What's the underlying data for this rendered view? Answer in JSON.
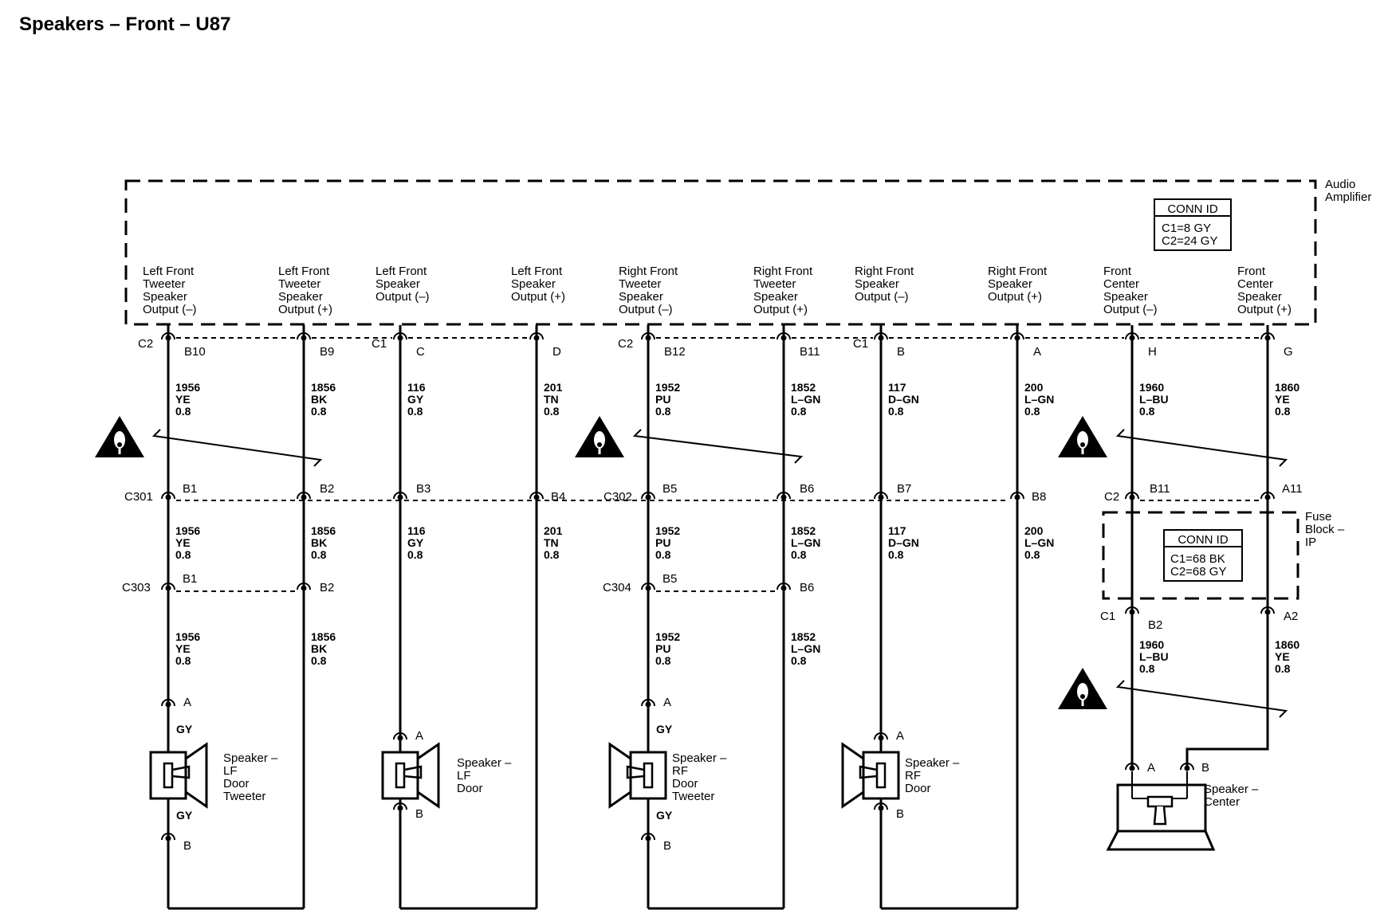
{
  "title": "Speakers – Front – U87",
  "audio_amplifier": {
    "name": [
      "Audio",
      "Amplifier"
    ],
    "conn_id": {
      "header": "CONN ID",
      "lines": [
        "C1=8 GY",
        "C2=24 GY"
      ]
    },
    "outputs": [
      [
        "Left Front",
        "Tweeter",
        "Speaker",
        "Output (–)"
      ],
      [
        "Left Front",
        "Tweeter",
        "Speaker",
        "Output (+)"
      ],
      [
        "Left Front",
        "Speaker",
        "Output (–)"
      ],
      [
        "Left Front",
        "Speaker",
        "Output (+)"
      ],
      [
        "Right Front",
        "Tweeter",
        "Speaker",
        "Output (–)"
      ],
      [
        "Right Front",
        "Tweeter",
        "Speaker",
        "Output (+)"
      ],
      [
        "Right Front",
        "Speaker",
        "Output (–)"
      ],
      [
        "Right Front",
        "Speaker",
        "Output (+)"
      ],
      [
        "Front",
        "Center",
        "Speaker",
        "Output (–)"
      ],
      [
        "Front",
        "Center",
        "Speaker",
        "Output (+)"
      ]
    ],
    "connectors": [
      "C2",
      "C1",
      "C2",
      "C1"
    ],
    "pins": [
      "B10",
      "B9",
      "C",
      "D",
      "B12",
      "B11",
      "B",
      "A",
      "H",
      "G"
    ]
  },
  "wires_top": [
    [
      "1956",
      "YE",
      "0.8"
    ],
    [
      "1856",
      "BK",
      "0.8"
    ],
    [
      "116",
      "GY",
      "0.8"
    ],
    [
      "201",
      "TN",
      "0.8"
    ],
    [
      "1952",
      "PU",
      "0.8"
    ],
    [
      "1852",
      "L–GN",
      "0.8"
    ],
    [
      "117",
      "D–GN",
      "0.8"
    ],
    [
      "200",
      "L–GN",
      "0.8"
    ],
    [
      "1960",
      "L–BU",
      "0.8"
    ],
    [
      "1860",
      "YE",
      "0.8"
    ]
  ],
  "inline_row1": {
    "connectors": [
      "C301",
      "C302",
      "C2"
    ],
    "pins": [
      "B1",
      "B2",
      "B3",
      "B4",
      "B5",
      "B6",
      "B7",
      "B8",
      "B11",
      "A11"
    ]
  },
  "wires_mid": [
    [
      "1956",
      "YE",
      "0.8"
    ],
    [
      "1856",
      "BK",
      "0.8"
    ],
    [
      "116",
      "GY",
      "0.8"
    ],
    [
      "201",
      "TN",
      "0.8"
    ],
    [
      "1952",
      "PU",
      "0.8"
    ],
    [
      "1852",
      "L–GN",
      "0.8"
    ],
    [
      "117",
      "D–GN",
      "0.8"
    ],
    [
      "200",
      "L–GN",
      "0.8"
    ]
  ],
  "inline_row2": {
    "connectors": [
      "C303",
      "C304"
    ],
    "pins": [
      "B1",
      "B2",
      "B5",
      "B6"
    ]
  },
  "wires_low": [
    [
      "1956",
      "YE",
      "0.8"
    ],
    [
      "1856",
      "BK",
      "0.8"
    ],
    [
      "1952",
      "PU",
      "0.8"
    ],
    [
      "1852",
      "L–GN",
      "0.8"
    ]
  ],
  "fuse_block": {
    "name": [
      "Fuse",
      "Block –",
      "IP"
    ],
    "conn_id": {
      "header": "CONN ID",
      "lines": [
        "C1=68 BK",
        "C2=68 GY"
      ]
    },
    "connector": "C1",
    "pins": [
      "B2",
      "A2"
    ],
    "wires": [
      [
        "1960",
        "L–BU",
        "0.8"
      ],
      [
        "1860",
        "YE",
        "0.8"
      ]
    ]
  },
  "speakers": {
    "lf_tweeter": {
      "name": [
        "Speaker –",
        "LF",
        "Door",
        "Tweeter"
      ],
      "pins": [
        "A",
        "B"
      ],
      "lead_color": "GY"
    },
    "lf_door": {
      "name": [
        "Speaker –",
        "LF",
        "Door"
      ],
      "pins": [
        "A",
        "B"
      ]
    },
    "rf_tweeter": {
      "name": [
        "Speaker –",
        "RF",
        "Door",
        "Tweeter"
      ],
      "pins": [
        "A",
        "B"
      ],
      "lead_color": "GY"
    },
    "rf_door": {
      "name": [
        "Speaker –",
        "RF",
        "Door"
      ],
      "pins": [
        "A",
        "B"
      ]
    },
    "center": {
      "name": [
        "Speaker –",
        "Center"
      ],
      "pins": [
        "A",
        "B"
      ]
    }
  }
}
